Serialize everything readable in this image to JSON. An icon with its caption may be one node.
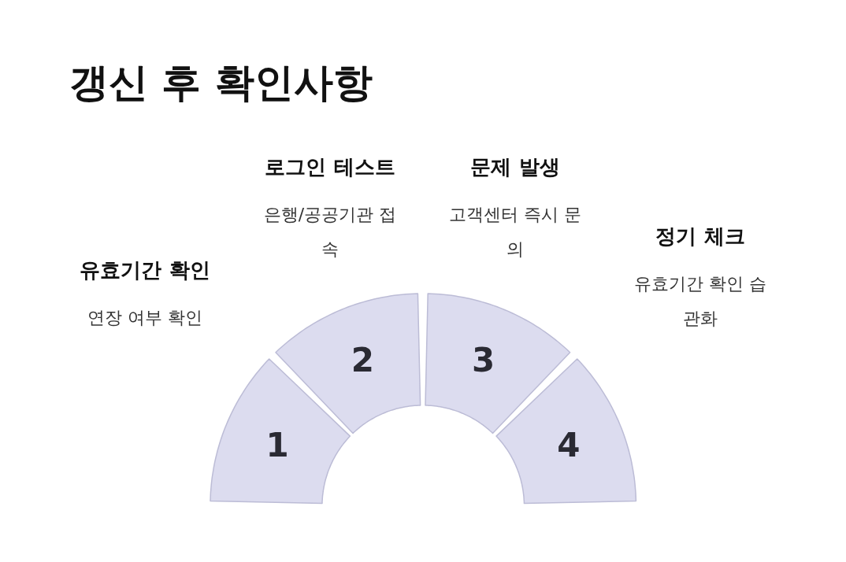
{
  "diagram": {
    "title": "갱신 후 확인사항",
    "nodes": [
      {
        "text": [
          "1"
        ],
        "beside": [
          "유효기간 확인",
          "연장 여부 확인"
        ]
      },
      {
        "text": [
          "2"
        ],
        "beside": [
          "로그인 테스트",
          "은행/공공기관 접속"
        ]
      },
      {
        "text": [
          "3"
        ],
        "beside": [
          "문제 발생",
          "고객센터 즉시 문의"
        ]
      },
      {
        "text": [
          "4"
        ],
        "beside": [
          "정기 체크",
          "유효기간 확인 습관화"
        ]
      }
    ]
  }
}
